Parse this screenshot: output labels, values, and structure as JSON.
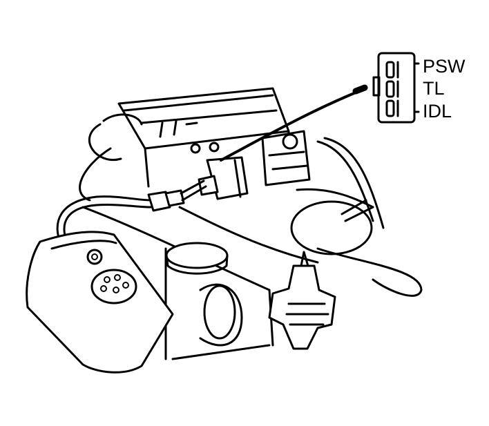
{
  "connector": {
    "terminals": [
      "PSW",
      "TL",
      "IDL"
    ]
  },
  "icons": {
    "engine": "engine-illustration",
    "meter": "tester-meter",
    "sensor": "throttle-position-sensor"
  }
}
